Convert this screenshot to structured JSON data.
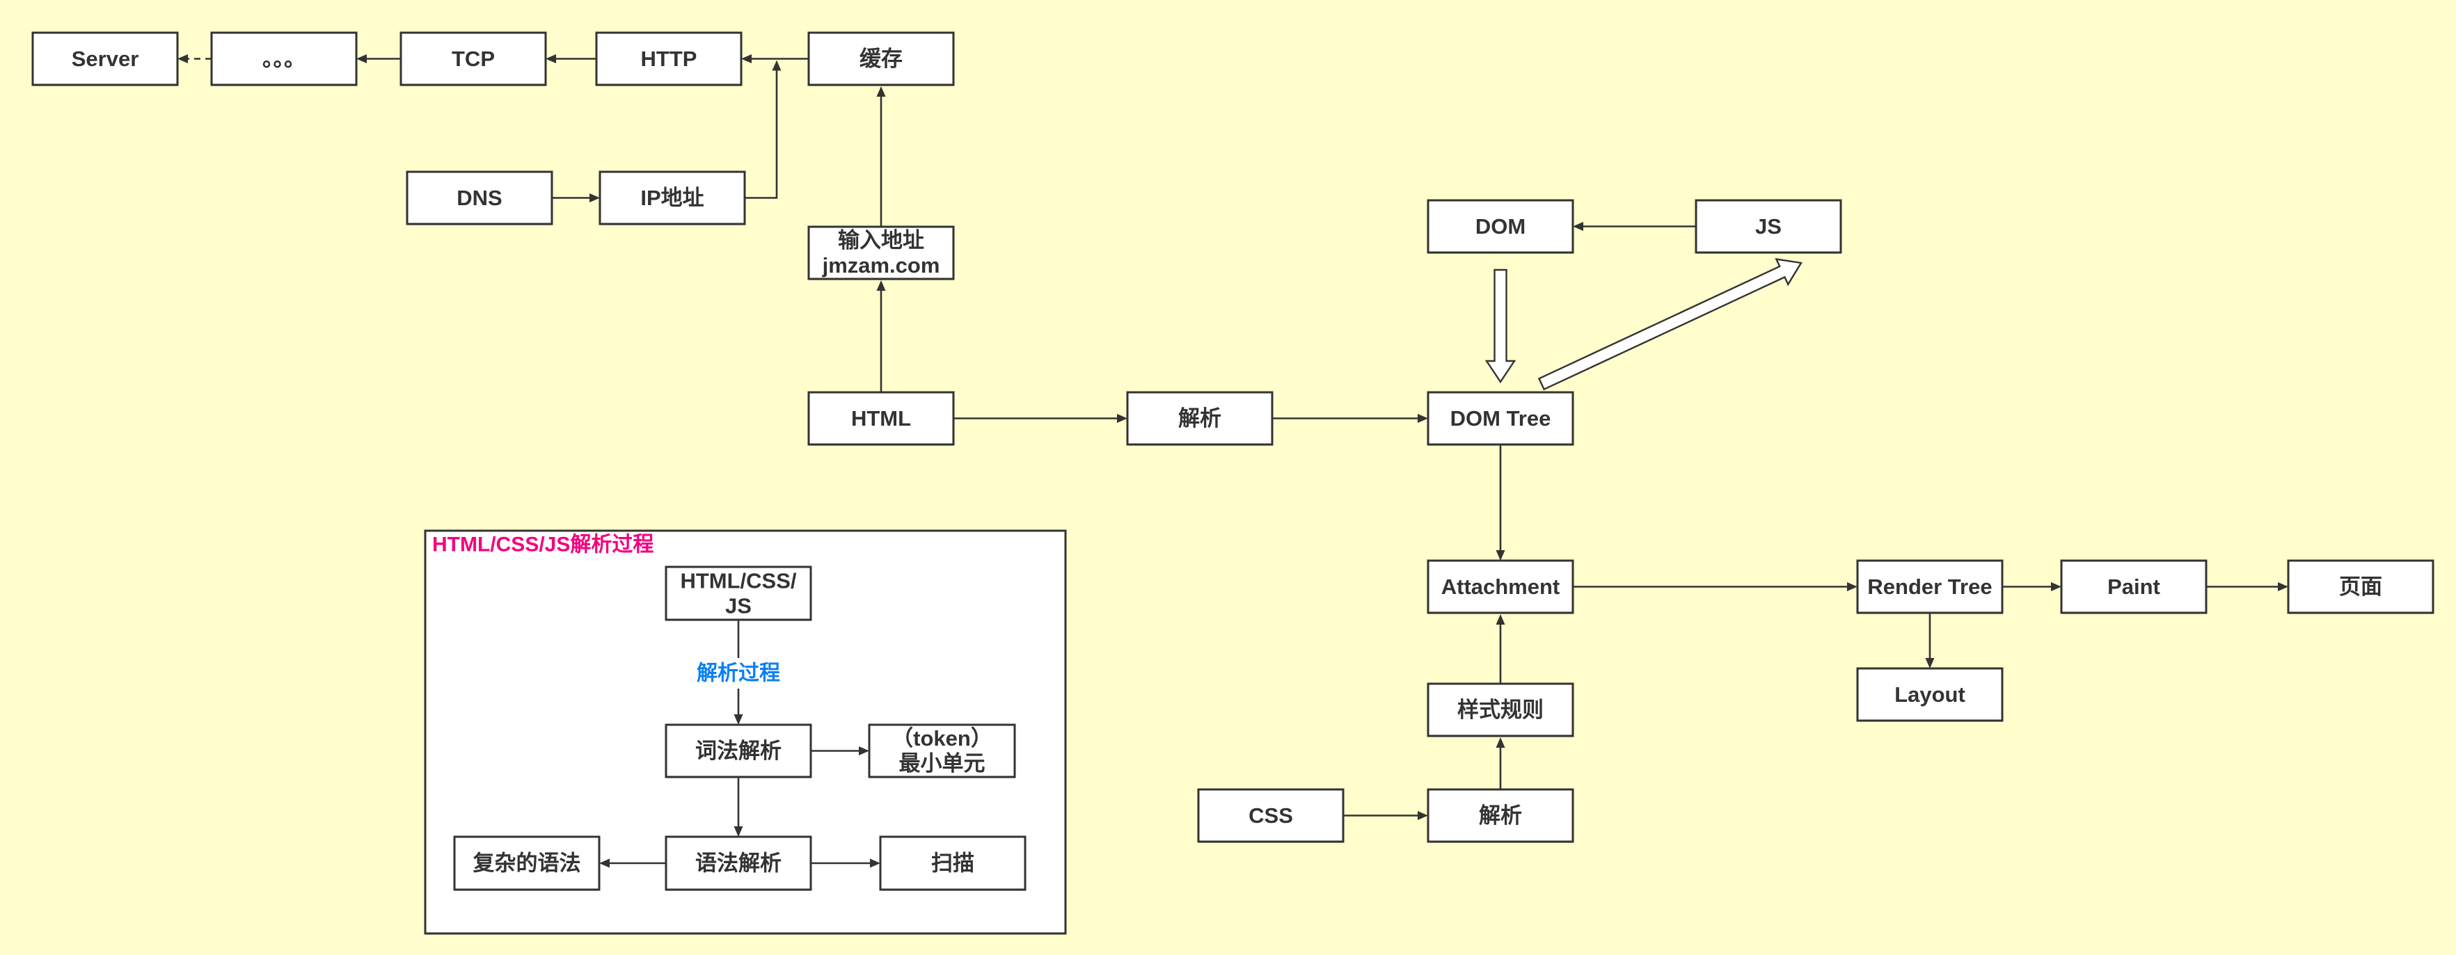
{
  "diagram": {
    "background_color": "#FFFECC",
    "nodes": [
      {
        "id": "server",
        "label": [
          "Server"
        ]
      },
      {
        "id": "ellipsis",
        "label": [
          "。。。"
        ]
      },
      {
        "id": "tcp",
        "label": [
          "TCP"
        ]
      },
      {
        "id": "http",
        "label": [
          "HTTP"
        ]
      },
      {
        "id": "cache",
        "label": [
          "缓存"
        ]
      },
      {
        "id": "dns",
        "label": [
          "DNS"
        ]
      },
      {
        "id": "ip",
        "label": [
          "IP地址"
        ]
      },
      {
        "id": "input-address",
        "label": [
          "输入地址",
          "jmzam.com"
        ]
      },
      {
        "id": "html",
        "label": [
          "HTML"
        ]
      },
      {
        "id": "parse-html",
        "label": [
          "解析"
        ]
      },
      {
        "id": "dom-tree",
        "label": [
          "DOM Tree"
        ]
      },
      {
        "id": "dom",
        "label": [
          "DOM"
        ]
      },
      {
        "id": "js",
        "label": [
          "JS"
        ]
      },
      {
        "id": "attachment",
        "label": [
          "Attachment"
        ]
      },
      {
        "id": "render-tree",
        "label": [
          "Render Tree"
        ]
      },
      {
        "id": "paint",
        "label": [
          "Paint"
        ]
      },
      {
        "id": "page",
        "label": [
          "页面"
        ]
      },
      {
        "id": "layout",
        "label": [
          "Layout"
        ]
      },
      {
        "id": "style-rules",
        "label": [
          "样式规则"
        ]
      },
      {
        "id": "css",
        "label": [
          "CSS"
        ]
      },
      {
        "id": "parse-css",
        "label": [
          "解析"
        ]
      }
    ],
    "edges": [
      {
        "from": "ellipsis",
        "to": "server",
        "style": "dashed"
      },
      {
        "from": "tcp",
        "to": "ellipsis",
        "style": "solid"
      },
      {
        "from": "http",
        "to": "tcp",
        "style": "solid"
      },
      {
        "from": "cache",
        "to": "http",
        "style": "solid"
      },
      {
        "from": "dns",
        "to": "ip",
        "style": "solid"
      },
      {
        "from": "ip",
        "to": "http",
        "style": "solid"
      },
      {
        "from": "input-address",
        "to": "cache",
        "style": "solid"
      },
      {
        "from": "html",
        "to": "input-address",
        "style": "solid"
      },
      {
        "from": "html",
        "to": "parse-html",
        "style": "solid"
      },
      {
        "from": "parse-html",
        "to": "dom-tree",
        "style": "solid"
      },
      {
        "from": "js",
        "to": "dom",
        "style": "solid"
      },
      {
        "from": "dom",
        "to": "dom-tree",
        "style": "hollow-block"
      },
      {
        "from": "dom-tree",
        "to": "js",
        "style": "hollow-block"
      },
      {
        "from": "dom-tree",
        "to": "attachment",
        "style": "solid"
      },
      {
        "from": "attachment",
        "to": "render-tree",
        "style": "solid"
      },
      {
        "from": "render-tree",
        "to": "paint",
        "style": "solid"
      },
      {
        "from": "paint",
        "to": "page",
        "style": "solid"
      },
      {
        "from": "render-tree",
        "to": "layout",
        "style": "solid"
      },
      {
        "from": "style-rules",
        "to": "attachment",
        "style": "solid"
      },
      {
        "from": "parse-css",
        "to": "style-rules",
        "style": "solid"
      },
      {
        "from": "css",
        "to": "parse-css",
        "style": "solid"
      }
    ],
    "panel": {
      "title": "HTML/CSS/JS解析过程",
      "title_color": "#F5007D",
      "nodes": [
        {
          "id": "source",
          "label": [
            "HTML/CSS/",
            "JS"
          ]
        },
        {
          "id": "lexical",
          "label": [
            "词法解析"
          ]
        },
        {
          "id": "token",
          "label": [
            "（token）",
            "最小单元"
          ]
        },
        {
          "id": "syntax",
          "label": [
            "语法解析"
          ]
        },
        {
          "id": "complex-grammar",
          "label": [
            "复杂的语法"
          ]
        },
        {
          "id": "scan",
          "label": [
            "扫描"
          ]
        }
      ],
      "edges": [
        {
          "from": "source",
          "to": "lexical",
          "label": "解析过程",
          "label_color": "#0A80F5"
        },
        {
          "from": "lexical",
          "to": "token",
          "label": ""
        },
        {
          "from": "lexical",
          "to": "syntax",
          "label": ""
        },
        {
          "from": "syntax",
          "to": "complex-grammar",
          "label": ""
        },
        {
          "from": "syntax",
          "to": "scan",
          "label": ""
        }
      ]
    }
  }
}
